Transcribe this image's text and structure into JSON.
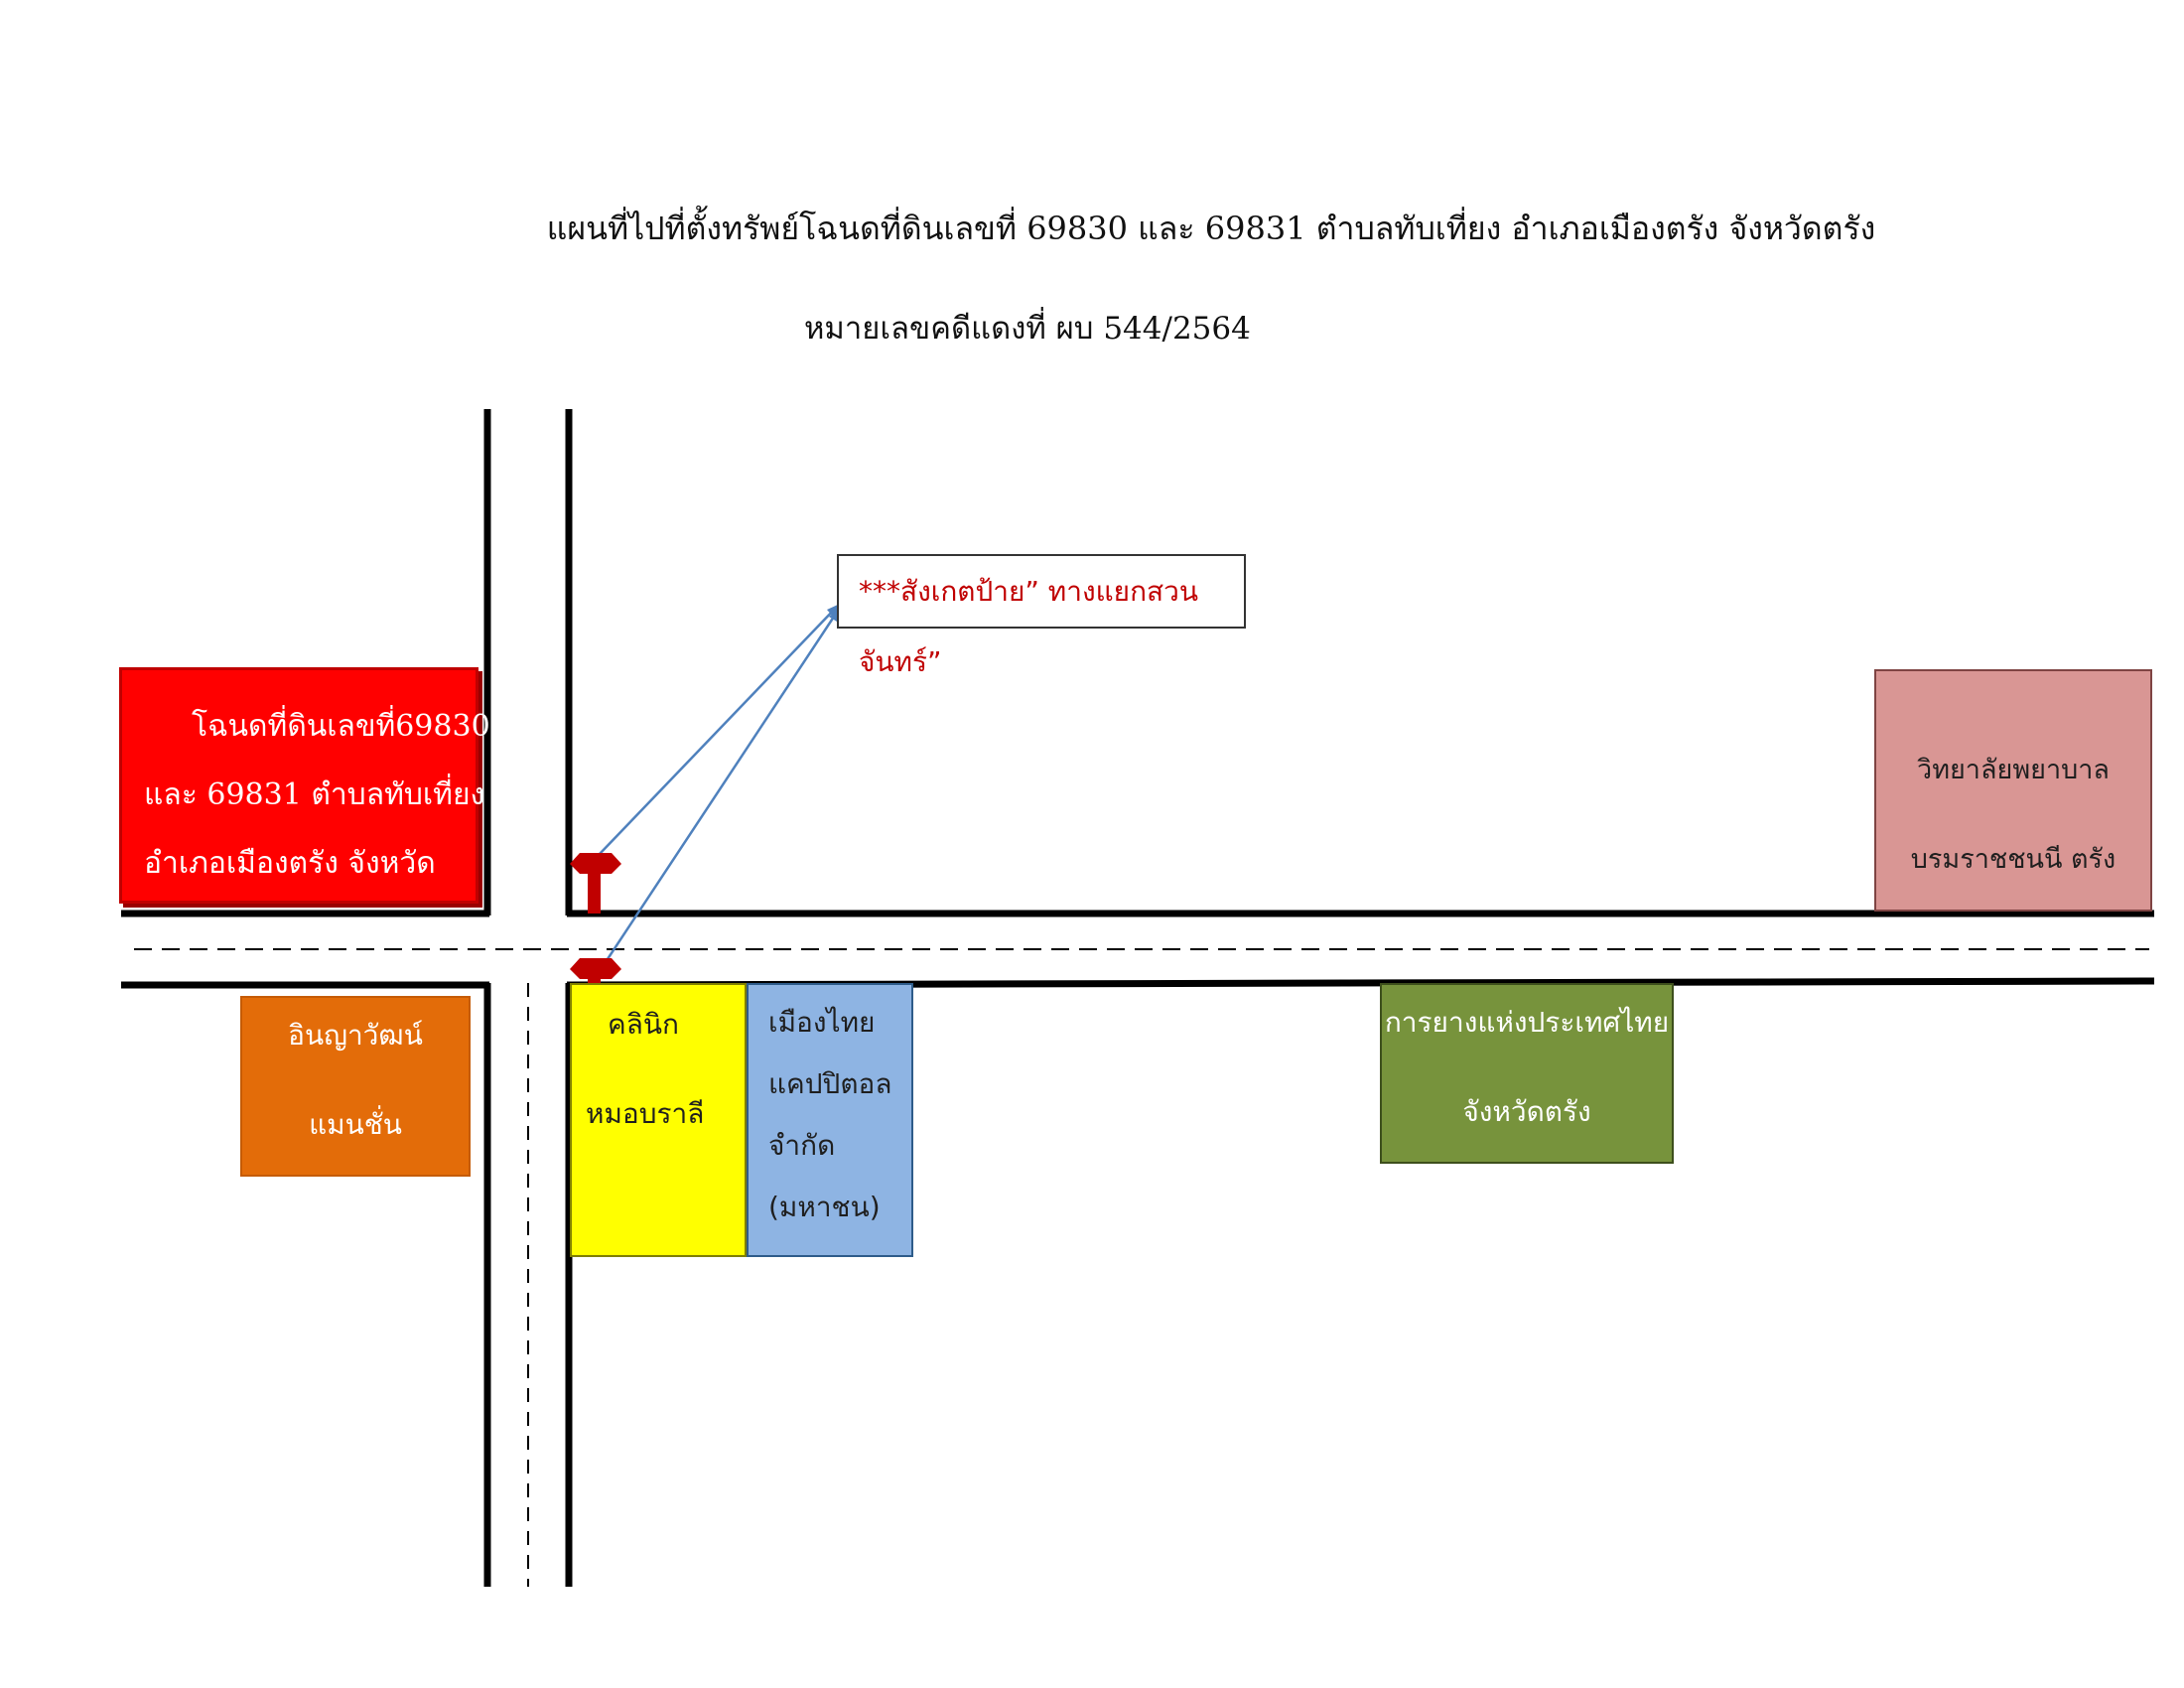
{
  "title": {
    "main": "แผนที่ไปที่ตั้งทรัพย์โฉนดที่ดินเลขที่ 69830 และ 69831  ตำบลทับเที่ยง อำเภอเมืองตรัง จังหวัดตรัง",
    "case_number": "หมายเลขคดีแดงที่ ผบ 544/2564"
  },
  "callout": {
    "text": "***สังเกตป้าย” ทางแยกสวนจันทร์”"
  },
  "places": {
    "land_plot": {
      "lines": [
        "โฉนดที่ดินเลขที่69830",
        "และ 69831  ตำบลทับเที่ยง",
        "อำเภอเมืองตรัง จังหวัด"
      ],
      "fill": "#ff0000"
    },
    "nursing_college": {
      "lines": [
        "วิทยาลัยพยาบาล",
        "บรมราชชนนี ตรัง"
      ],
      "fill": "#d99694"
    },
    "inyawat_mansion": {
      "lines": [
        "อินญาวัฒน์",
        "แมนชั่น"
      ],
      "fill": "#e36c09"
    },
    "clinic": {
      "lines": [
        "คลินิก",
        "หมอบราลี"
      ],
      "fill": "#ffff00"
    },
    "muang_thai_capital": {
      "lines": [
        "เมืองไทย",
        "แคปปิตอล",
        "จำกัด",
        "(มหาชน)"
      ],
      "fill": "#8eb4e3"
    },
    "rubber_authority": {
      "lines": [
        "การยางแห่งประเทศไทย",
        "จังหวัดตรัง"
      ],
      "fill": "#77933c"
    }
  },
  "colors": {
    "road": "#000000",
    "sign": "#c00000",
    "arrow": "#4f81bd"
  },
  "icons": [
    "road-sign-icon",
    "road-sign-icon"
  ]
}
